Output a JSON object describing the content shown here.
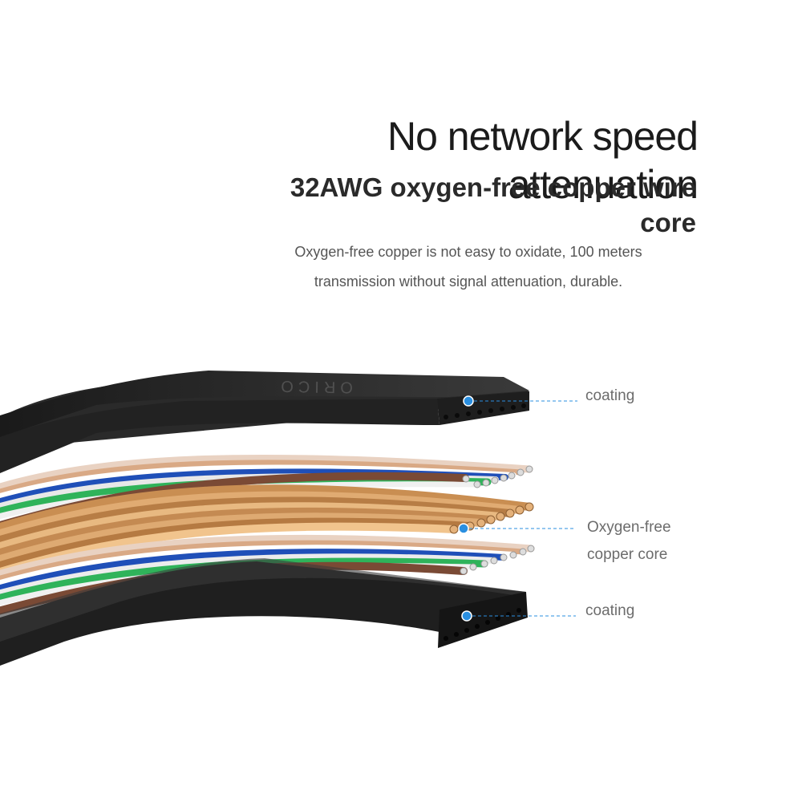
{
  "headline": "No network speed attenuation",
  "subheadline": "32AWG oxygen-free copper wire core",
  "description": {
    "line1": "Oxygen-free copper is not easy to oxidate, 100 meters",
    "line2": "transmission without signal attenuation, durable."
  },
  "cable_brand_text": "ORICO",
  "callouts": {
    "top_coating": "coating",
    "core_line1": "Oxygen-free",
    "core_line2": "copper core",
    "bottom_coating": "coating"
  },
  "colors": {
    "accent_dot": "#2a8fe0",
    "coating": "#2b2b2b",
    "copper": "#c9925a",
    "brown_wire": "#7a4a35",
    "green_wire": "#2fb35a",
    "blue_wire": "#1f4fb8"
  }
}
